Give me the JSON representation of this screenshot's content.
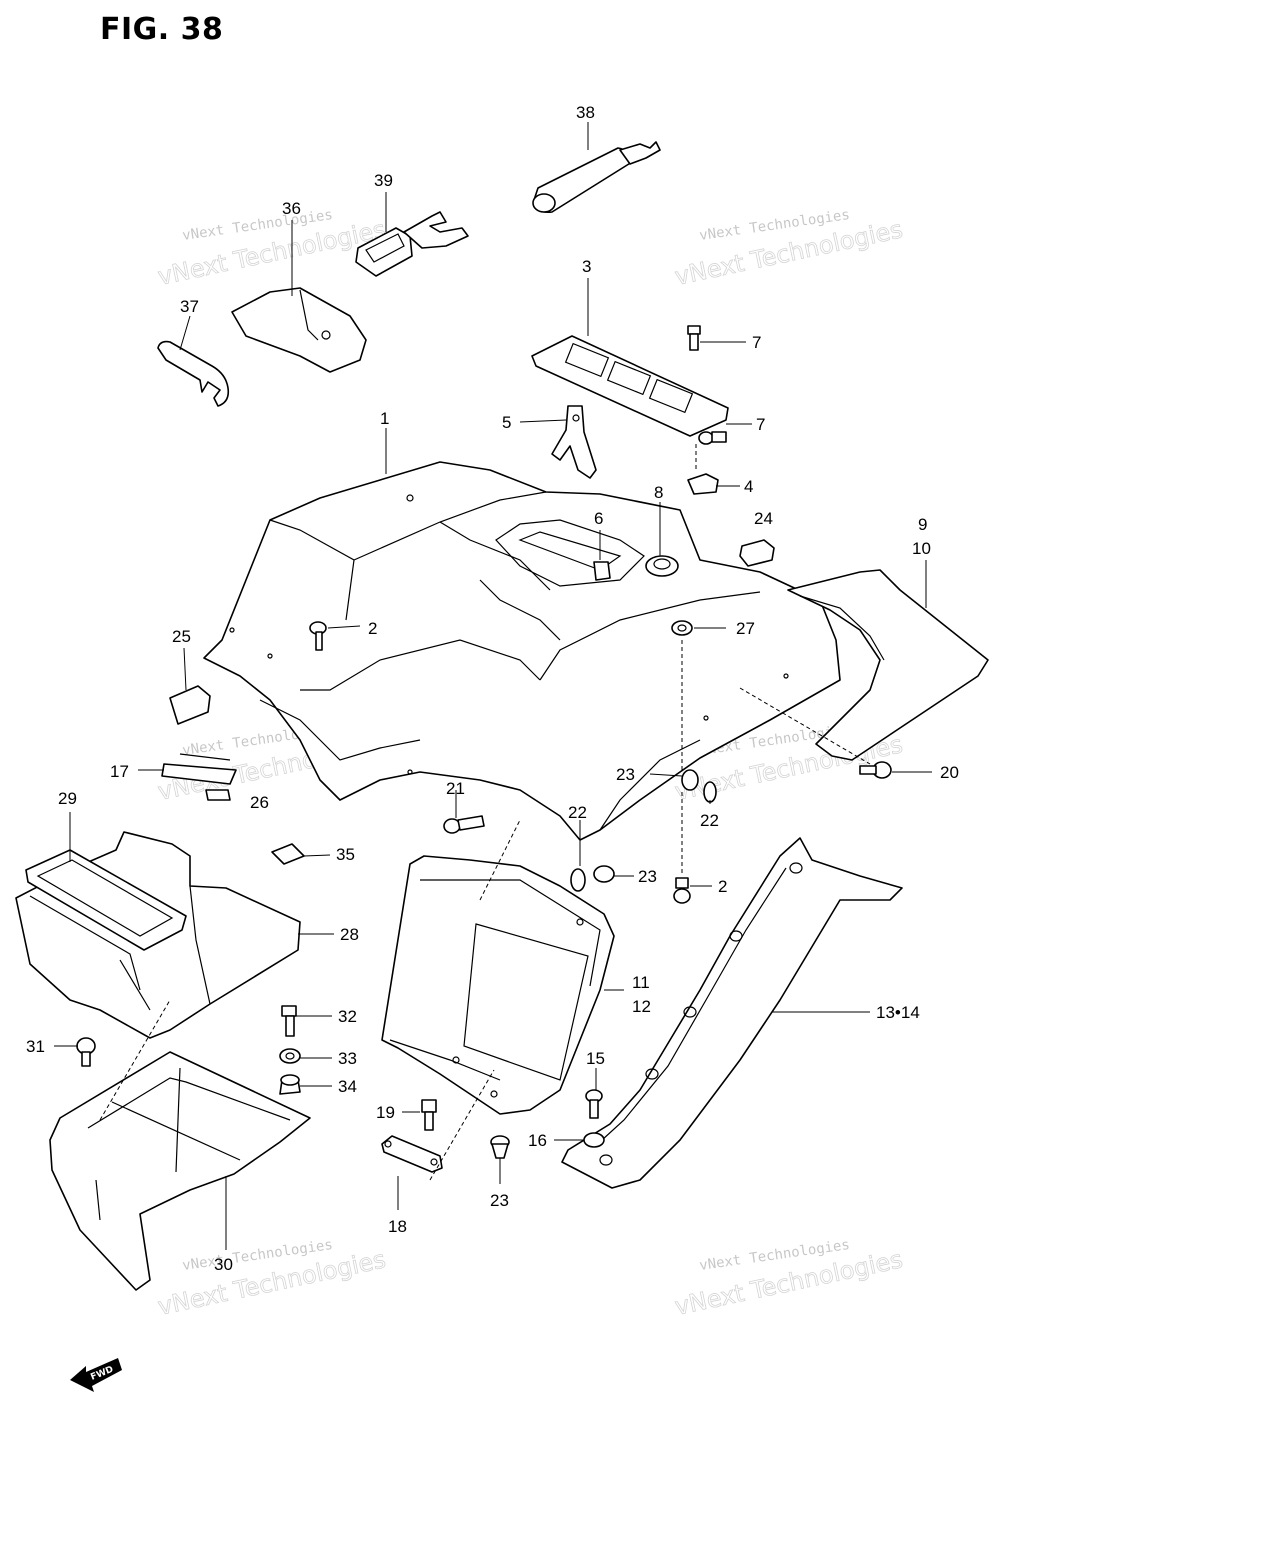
{
  "figure": {
    "title": "FIG. 38"
  },
  "watermark": {
    "line1": "vNext Technologies",
    "line2": "vNext Technologies"
  },
  "forward_label": "FWD",
  "callouts": [
    {
      "id": "c38",
      "label": "38"
    },
    {
      "id": "c39",
      "label": "39"
    },
    {
      "id": "c36",
      "label": "36"
    },
    {
      "id": "c37",
      "label": "37"
    },
    {
      "id": "c3",
      "label": "3"
    },
    {
      "id": "c7a",
      "label": "7"
    },
    {
      "id": "c7b",
      "label": "7"
    },
    {
      "id": "c5",
      "label": "5"
    },
    {
      "id": "c1",
      "label": "1"
    },
    {
      "id": "c4",
      "label": "4"
    },
    {
      "id": "c8",
      "label": "8"
    },
    {
      "id": "c6",
      "label": "6"
    },
    {
      "id": "c24",
      "label": "24"
    },
    {
      "id": "c9",
      "label": "9"
    },
    {
      "id": "c10",
      "label": "10"
    },
    {
      "id": "c2a",
      "label": "2"
    },
    {
      "id": "c27",
      "label": "27"
    },
    {
      "id": "c25",
      "label": "25"
    },
    {
      "id": "c17",
      "label": "17"
    },
    {
      "id": "c26",
      "label": "26"
    },
    {
      "id": "c29",
      "label": "29"
    },
    {
      "id": "c21",
      "label": "21"
    },
    {
      "id": "c22a",
      "label": "22"
    },
    {
      "id": "c23a",
      "label": "23"
    },
    {
      "id": "c22b",
      "label": "22"
    },
    {
      "id": "c20",
      "label": "20"
    },
    {
      "id": "c35",
      "label": "35"
    },
    {
      "id": "c23b",
      "label": "23"
    },
    {
      "id": "c2b",
      "label": "2"
    },
    {
      "id": "c28",
      "label": "28"
    },
    {
      "id": "c11",
      "label": "11"
    },
    {
      "id": "c12",
      "label": "12"
    },
    {
      "id": "c1314",
      "label": "13•14"
    },
    {
      "id": "c32",
      "label": "32"
    },
    {
      "id": "c31",
      "label": "31"
    },
    {
      "id": "c33",
      "label": "33"
    },
    {
      "id": "c34",
      "label": "34"
    },
    {
      "id": "c15",
      "label": "15"
    },
    {
      "id": "c19",
      "label": "19"
    },
    {
      "id": "c16",
      "label": "16"
    },
    {
      "id": "c23c",
      "label": "23"
    },
    {
      "id": "c18",
      "label": "18"
    },
    {
      "id": "c30",
      "label": "30"
    }
  ]
}
